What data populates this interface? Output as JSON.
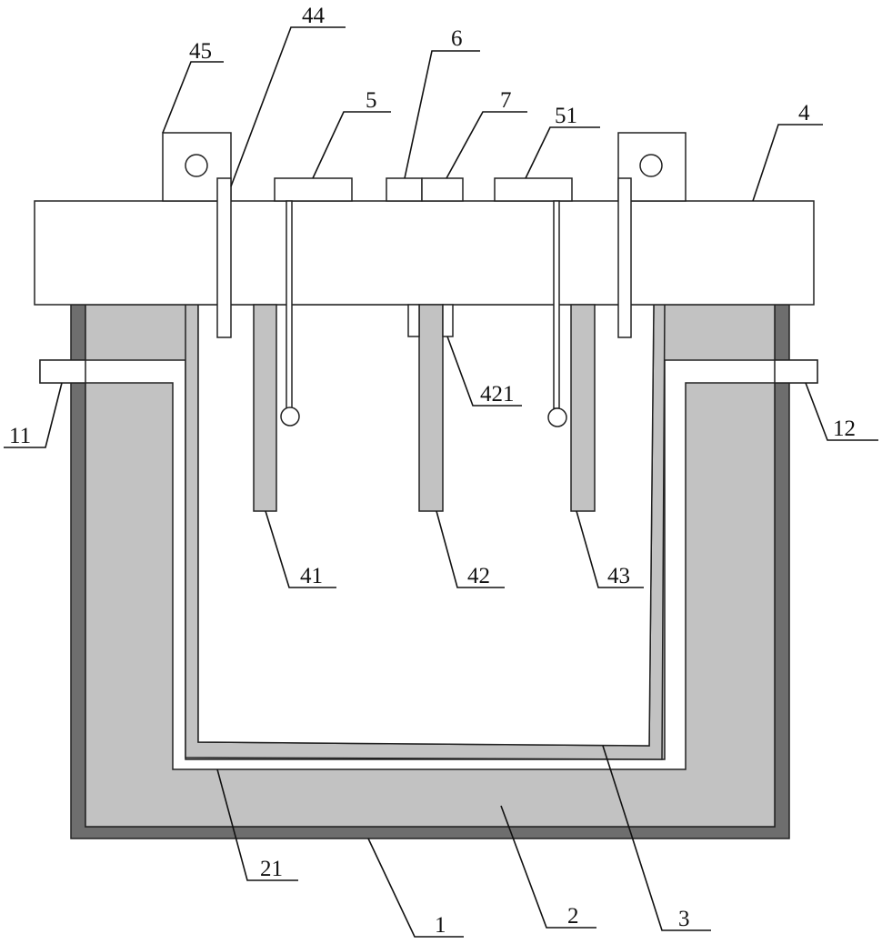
{
  "diagram": {
    "labels": {
      "l1": "1",
      "l2": "2",
      "l3": "3",
      "l4": "4",
      "l5": "5",
      "l6": "6",
      "l7": "7",
      "l11": "11",
      "l12": "12",
      "l21": "21",
      "l41": "41",
      "l42": "42",
      "l43": "43",
      "l44": "44",
      "l45": "45",
      "l51": "51",
      "l421": "421"
    },
    "colors": {
      "outer_shell": "#6e6e6e",
      "insulation": "#c2c2c2",
      "white": "#ffffff",
      "outline": "#222222"
    }
  }
}
